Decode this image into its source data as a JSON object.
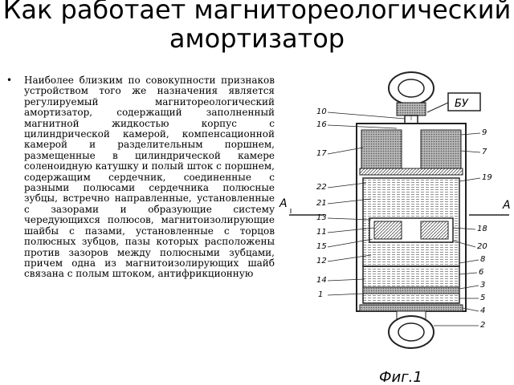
{
  "slide": {
    "title": "Как работает магнитореологический амортизатор",
    "bullet_text": "Наиболее близким по совокупности признаков устройством того же назначения является регулируемый магнитореологический амортизатор, содержащий заполненный магнитной жидкостью корпус с цилиндрической камерой, компенсационной камерой и разделительным поршнем, размещенные в цилиндрической камере соленоидную катушку и полый шток с поршнем, содержащим сердечник, соединенные с разными полюсами сердечника полюсные зубцы, встречно направленные, установленные с зазорами и образующие систему чередующихся полюсов, магнитоизолирующие шайбы с пазами, установленные с торцов полюсных зубцов, пазы которых расположены против зазоров между полюсными зубцами, причем одна из магнитоизолирующих шайб связана с полым штоком, антифрикционную"
  },
  "figure": {
    "box_label": "БУ",
    "caption": "Фиг.1",
    "section_label": "А",
    "labels_left": [
      "10",
      "16",
      "17",
      "22",
      "21",
      "13",
      "11",
      "15",
      "12",
      "14",
      "1"
    ],
    "labels_right": [
      "9",
      "7",
      "19",
      "18",
      "20",
      "8",
      "6",
      "3",
      "5",
      "4",
      "2"
    ]
  }
}
